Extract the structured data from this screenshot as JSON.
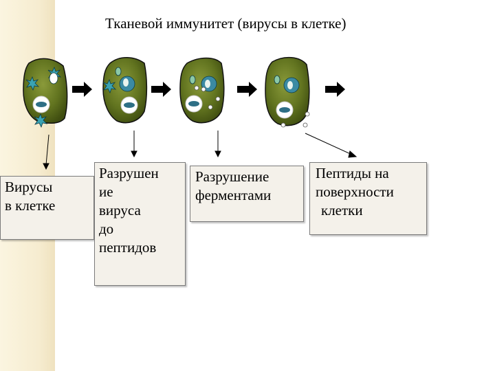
{
  "title": "Тканевой иммунитет (вирусы в клетке)",
  "colors": {
    "cell_fill": "#5b6e1c",
    "cell_outline": "#111111",
    "nucleus": "#2e6f86",
    "virus": "#3aa3b3",
    "arrow": "#000000",
    "label_bg": "#f4f1ea"
  },
  "stages": [
    {
      "id": "stage-1",
      "note": "virus entering"
    },
    {
      "id": "stage-2",
      "note": "virus inside"
    },
    {
      "id": "stage-3",
      "note": "enzymes"
    },
    {
      "id": "stage-4",
      "note": "peptides on surface"
    }
  ],
  "labels": {
    "virus_in_cell": [
      "Вирусы",
      "в клетке"
    ],
    "virus_destruction": [
      "Разрушен",
      "ие",
      "вируса",
      "до",
      "пептидов"
    ],
    "enzyme_destruction": [
      "Разрушение",
      "ферментами"
    ],
    "surface_peptides": [
      "Пептиды на",
      "поверхности",
      "клетки"
    ]
  }
}
